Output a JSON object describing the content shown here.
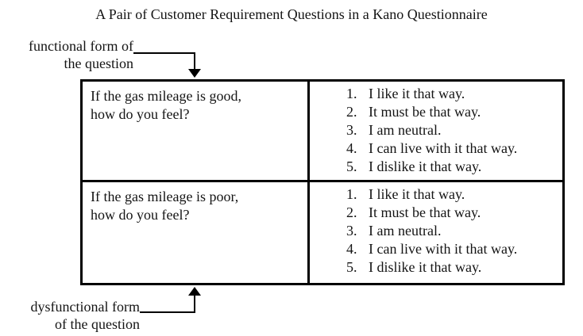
{
  "title": "A Pair of Customer Requirement Questions in a Kano Questionnaire",
  "annotations": {
    "functional": {
      "line1": "functional form of",
      "line2": "the question"
    },
    "dysfunctional": {
      "line1": "dysfunctional form",
      "line2": "of the question"
    }
  },
  "table": {
    "rows": [
      {
        "question_line1": "If the gas mileage is good,",
        "question_line2": "how do you feel?",
        "options": [
          {
            "num": "1.",
            "text": "I like it that way."
          },
          {
            "num": "2.",
            "text": "It must be that way."
          },
          {
            "num": "3.",
            "text": "I am neutral."
          },
          {
            "num": "4.",
            "text": "I can live with it that way."
          },
          {
            "num": "5.",
            "text": "I dislike it that way."
          }
        ]
      },
      {
        "question_line1": "If the gas mileage is poor,",
        "question_line2": "how do you feel?",
        "options": [
          {
            "num": "1.",
            "text": "I like it that way."
          },
          {
            "num": "2.",
            "text": "It must be that way."
          },
          {
            "num": "3.",
            "text": "I am neutral."
          },
          {
            "num": "4.",
            "text": "I can live with it that way."
          },
          {
            "num": "5.",
            "text": "I dislike it that way."
          }
        ]
      }
    ]
  },
  "colors": {
    "text": "#141414",
    "line": "#000000",
    "background": "#ffffff"
  }
}
